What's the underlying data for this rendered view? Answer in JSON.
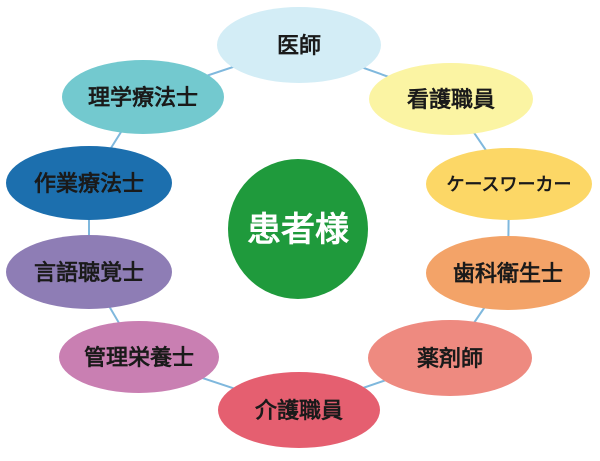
{
  "center": {
    "label": "患者様",
    "color": "#1f9a3c"
  },
  "ring_color": "#7fb8dd",
  "nodes": [
    {
      "label": "医師",
      "color": "#d3edf6",
      "text_color": "#1a1a1a"
    },
    {
      "label": "看護職員",
      "color": "#fbf4a3",
      "text_color": "#1a1a1a"
    },
    {
      "label": "ケースワーカー",
      "color": "#fcd766",
      "text_color": "#1a1a1a"
    },
    {
      "label": "歯科衛生士",
      "color": "#f3a368",
      "text_color": "#1a1a1a"
    },
    {
      "label": "薬剤師",
      "color": "#ee8a80",
      "text_color": "#1a1a1a"
    },
    {
      "label": "介護職員",
      "color": "#e55f70",
      "text_color": "#1a1a1a"
    },
    {
      "label": "管理栄養士",
      "color": "#c97fb2",
      "text_color": "#1a1a1a"
    },
    {
      "label": "言語聴覚士",
      "color": "#8e7db5",
      "text_color": "#1a1a1a"
    },
    {
      "label": "作業療法士",
      "color": "#1c6fae",
      "text_color": "#1a1a1a"
    },
    {
      "label": "理学療法士",
      "color": "#73c9cf",
      "text_color": "#1a1a1a"
    }
  ]
}
